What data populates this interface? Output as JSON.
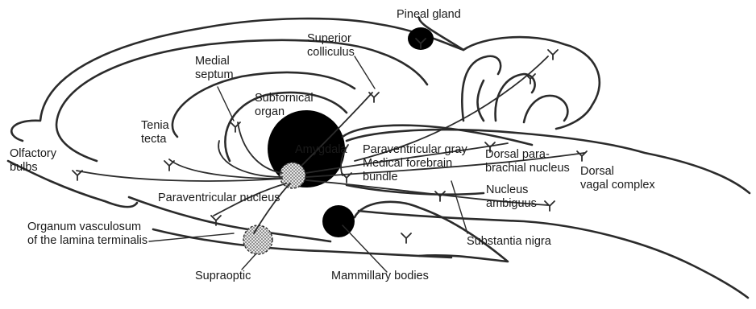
{
  "labels": {
    "pineal_gland": "Pineal gland",
    "superior_colliculus": [
      "Superior",
      "colliculus"
    ],
    "medial_septum": [
      "Medial",
      "septum"
    ],
    "subfornical_organ": [
      "Subfornical",
      "organ"
    ],
    "tenia_tecta": [
      "Tenia",
      "tecta"
    ],
    "olfactory_bulbs": [
      "Olfactory",
      "bulbs"
    ],
    "amygdala": "Amygdala",
    "paraventricular_gray": [
      "Paraventricular gray",
      "Medical forebrain",
      "bundle"
    ],
    "dorsal_parabrachial": [
      "Dorsal para-",
      "brachial nucleus"
    ],
    "dorsal_vagal": [
      "Dorsal",
      "vagal complex"
    ],
    "nucleus_ambiguus": [
      "Nucleus",
      "ambiguus"
    ],
    "paraventricular_nucleus": "Paraventricular nucleus",
    "organum_vasculosum": [
      "Organum vasculosum",
      "of the lamina terminalis"
    ],
    "substantia_nigra": "Substantia nigra",
    "supraoptic": "Supraoptic",
    "mammillary_bodies": "Mammillary bodies"
  },
  "colors": {
    "line": "#2b2b2b",
    "stipple_fill": "#c8c8c8"
  }
}
